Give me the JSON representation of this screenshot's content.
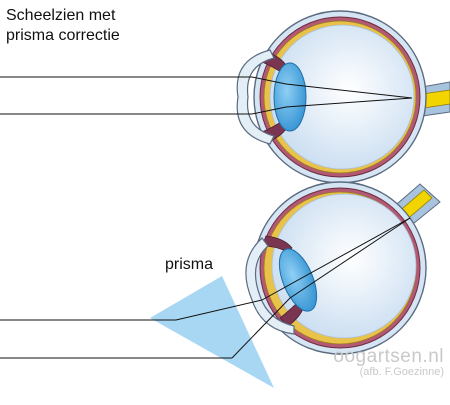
{
  "title": {
    "line1": "Scheelzien met",
    "line2": "prisma correctie"
  },
  "labels": {
    "prism": "prisma"
  },
  "credit": {
    "site": "oogartsen.nl",
    "author": "(afb. F.Goezinne)"
  },
  "colors": {
    "sclera": "#d6e5f4",
    "choroid": "#b25a74",
    "retina_yellow": "#e9c24a",
    "lens": "#3b9edb",
    "cornea": "#e4eef7",
    "optic_nerve": "#f2d400",
    "prism": "#9fd3f2",
    "ray": "#111111"
  }
}
